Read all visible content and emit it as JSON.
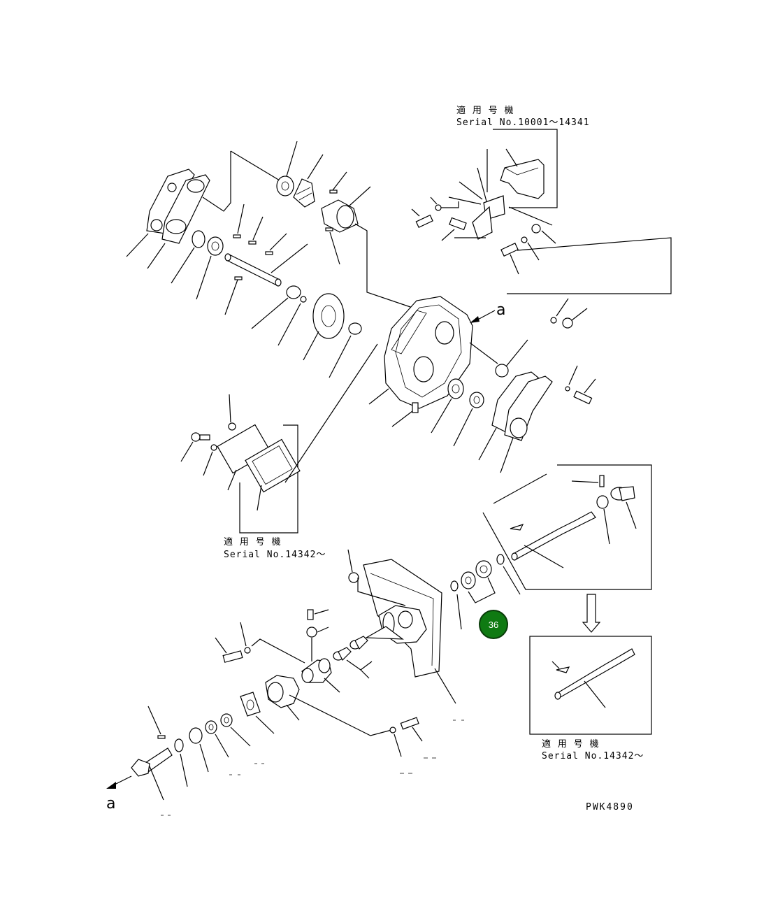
{
  "serial_groups": {
    "top_right": {
      "heading": "適 用 号 機",
      "serial": "Serial No.10001～14341"
    },
    "middle_left": {
      "heading": "適 用 号 機",
      "serial": "Serial No.14342～"
    },
    "bottom_right": {
      "heading": "適 用 号 機",
      "serial": "Serial No.14342～"
    }
  },
  "direction_labels": {
    "upper": "a",
    "lower": "a"
  },
  "highlight_badge": {
    "label": "36",
    "color": "#0f7a12",
    "border": "#0a3d0a",
    "text_color": "#ffffff"
  },
  "drawing_code": "PWK4890"
}
